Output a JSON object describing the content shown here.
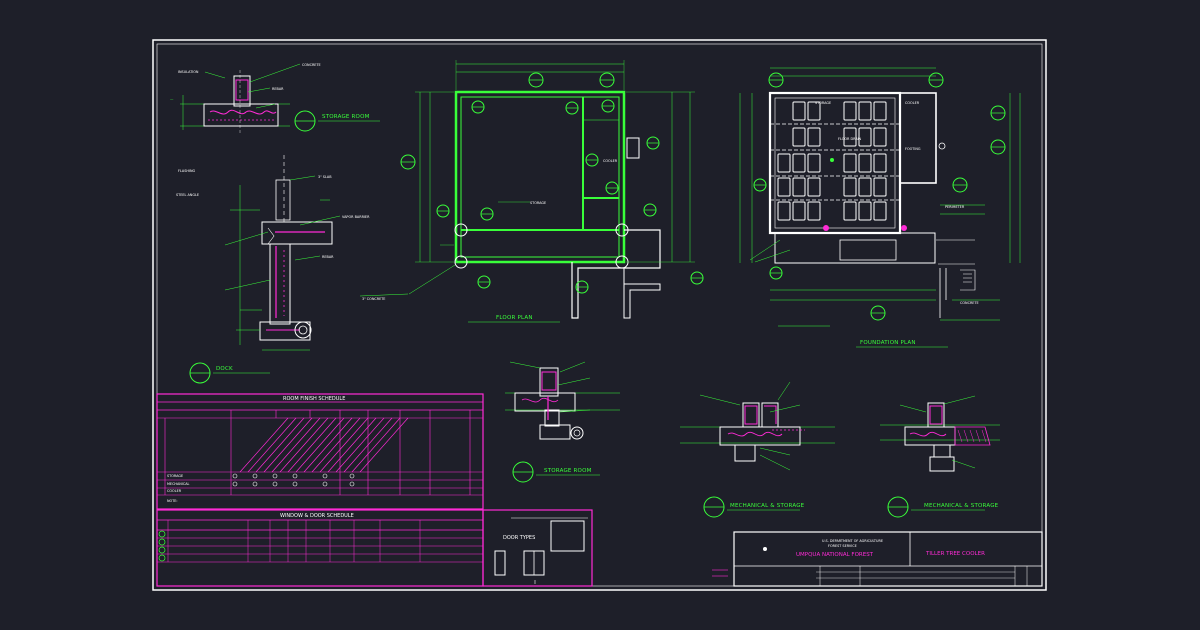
{
  "drawing": {
    "views": {
      "storage_room_top": "STORAGE ROOM",
      "dock": "DOCK",
      "floor_plan": "FLOOR PLAN",
      "foundation_plan": "FOUNDATION PLAN",
      "storage_room_mid": "STORAGE ROOM",
      "mech_storage_1": "MECHANICAL & STORAGE",
      "mech_storage_2": "MECHANICAL & STORAGE",
      "door_types": "DOOR TYPES"
    },
    "schedules": {
      "room_finish": "ROOM FINISH SCHEDULE",
      "window_door": "WINDOW & DOOR SCHEDULE"
    },
    "title_block": {
      "agency": "U.S. DEPARTMENT OF AGRICULTURE",
      "service": "FOREST SERVICE",
      "forest": "UMPQUA NATIONAL FOREST",
      "project": "TILLER TREE COOLER"
    }
  },
  "colors": {
    "background": "#1e1f29",
    "green": "#39ff3a",
    "magenta": "#ff2bd6",
    "white": "#ffffff"
  }
}
